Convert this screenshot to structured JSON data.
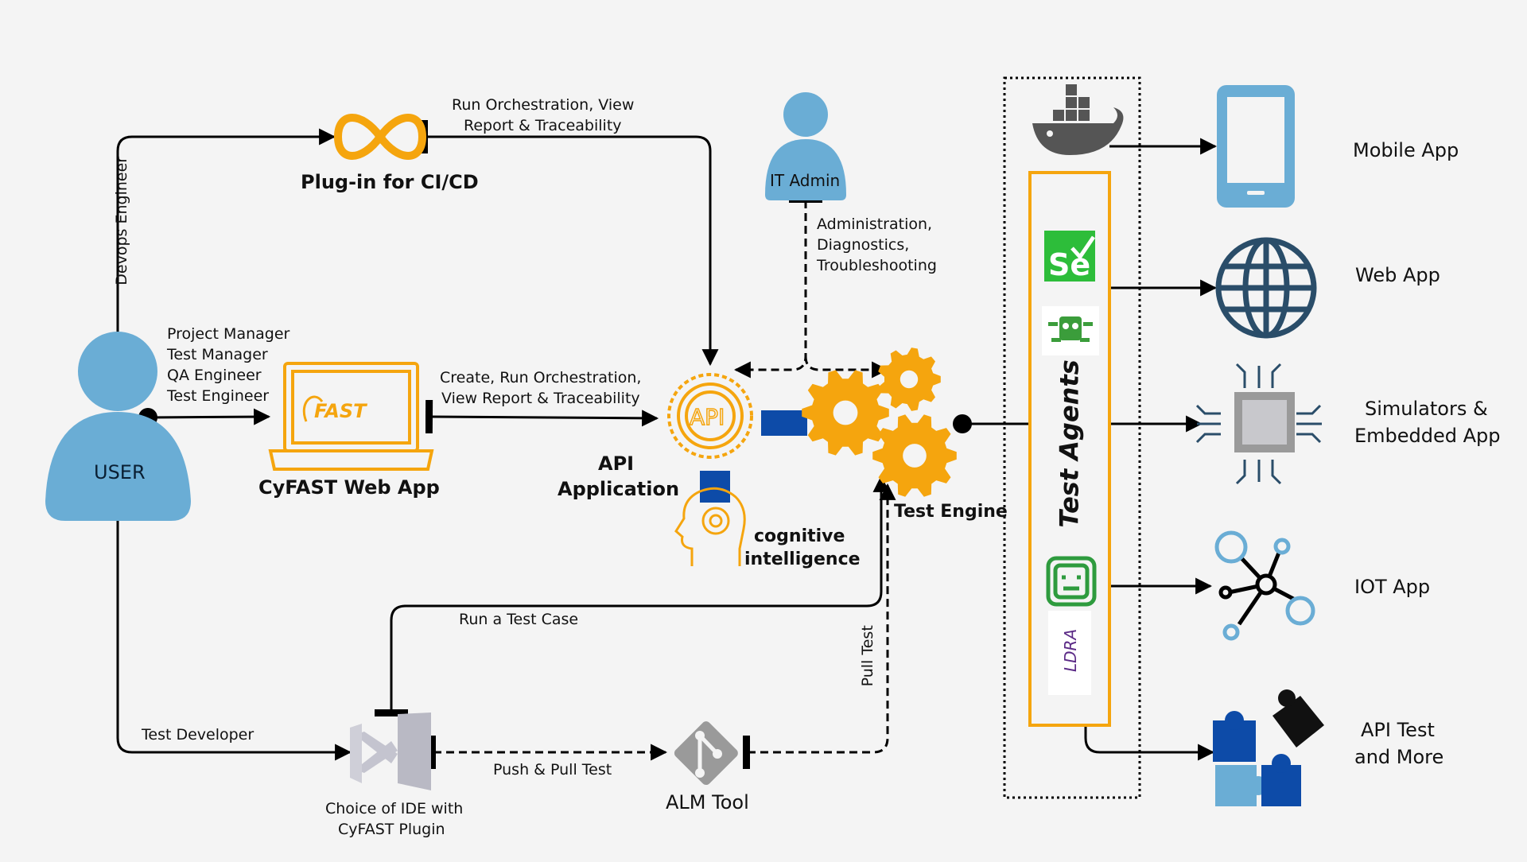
{
  "user": {
    "label": "USER",
    "roles": [
      "Project Manager",
      "Test Manager",
      "QA Engineer",
      "Test Engineer"
    ]
  },
  "devops_role": "Devops Engineer",
  "developer_role": "Test Developer",
  "plugin": {
    "label": "Plug-in for CI/CD",
    "edge_label": [
      "Run Orchestration, View",
      "Report & Traceability"
    ]
  },
  "webapp": {
    "label": "CyFAST Web  App",
    "logo_text": "FAST",
    "edge_label": [
      "Create, Run Orchestration,",
      "View Report & Traceability"
    ]
  },
  "api": {
    "icon_text": "API",
    "label": [
      "API",
      "Application"
    ]
  },
  "cognitive": {
    "label": [
      "cognitive",
      "intelligence"
    ]
  },
  "it_admin": {
    "label": "IT Admin",
    "edge_label": [
      "Administration,",
      "Diagnostics,",
      "Troubleshooting"
    ]
  },
  "test_engine": {
    "label": "Test Engine"
  },
  "test_agents": {
    "label": "Test Agents",
    "selenium_text": "Se",
    "ldra_text": "LDRA"
  },
  "ide": {
    "label": [
      "Choice of IDE with",
      "CyFAST Plugin"
    ],
    "edge_label": "Run a Test Case"
  },
  "alm": {
    "label": "ALM Tool",
    "edge_label": "Push & Pull Test",
    "pull_label": "Pull Test"
  },
  "targets": {
    "mobile": "Mobile App",
    "web": "Web App",
    "sim": [
      "Simulators &",
      "Embedded App"
    ],
    "iot": "IOT App",
    "apitest": [
      "API Test",
      "and More"
    ]
  },
  "colors": {
    "person": "#6aadd5",
    "orange": "#f5a50e",
    "blue_link": "#0d4ba8",
    "dark": "#2a4d69",
    "gray_icon": "#9a9a9a"
  }
}
